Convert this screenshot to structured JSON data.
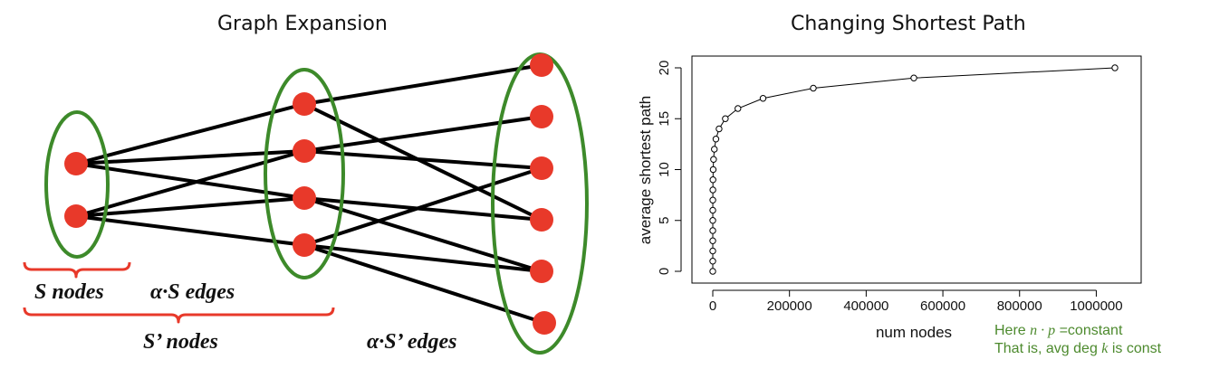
{
  "left_panel": {
    "title": "Graph Expansion",
    "labels": {
      "s_nodes": "S nodes",
      "alpha_s_edges": "α·S edges",
      "s_prime_nodes": "S’ nodes",
      "alpha_s_prime_edges": "α·S’ edges"
    },
    "colors": {
      "node": "#e8392a",
      "ellipse": "#3d8a2a",
      "edge": "#000000",
      "brace": "#e8392a"
    }
  },
  "right_panel": {
    "title": "Changing Shortest Path",
    "note": {
      "line1_prefix": "Here ",
      "line1_math": "n · p",
      "line1_suffix": " =constant",
      "line2_prefix": "That is, avg deg ",
      "line2_math": "k",
      "line2_suffix": " is const"
    },
    "note_color": "#4d8a2e"
  },
  "chart_data": {
    "type": "line",
    "title": "",
    "xlabel": "num nodes",
    "ylabel": "average shortest path",
    "x_ticks": [
      0,
      200000,
      400000,
      600000,
      800000,
      1000000
    ],
    "y_ticks": [
      0,
      5,
      10,
      15,
      20
    ],
    "xlim": [
      0,
      1048576
    ],
    "ylim": [
      0,
      20
    ],
    "series": [
      {
        "x": [
          1,
          2,
          4,
          8,
          16,
          32,
          64,
          128,
          256,
          512,
          1024,
          2048,
          4096,
          8192,
          16384,
          32768,
          65536,
          131072,
          262144,
          524288,
          1048576
        ],
        "y": [
          0,
          1,
          2,
          3,
          4,
          5,
          6,
          7,
          8,
          9,
          10,
          11,
          12,
          13,
          14,
          15,
          16,
          17,
          18,
          19,
          20
        ]
      }
    ]
  }
}
